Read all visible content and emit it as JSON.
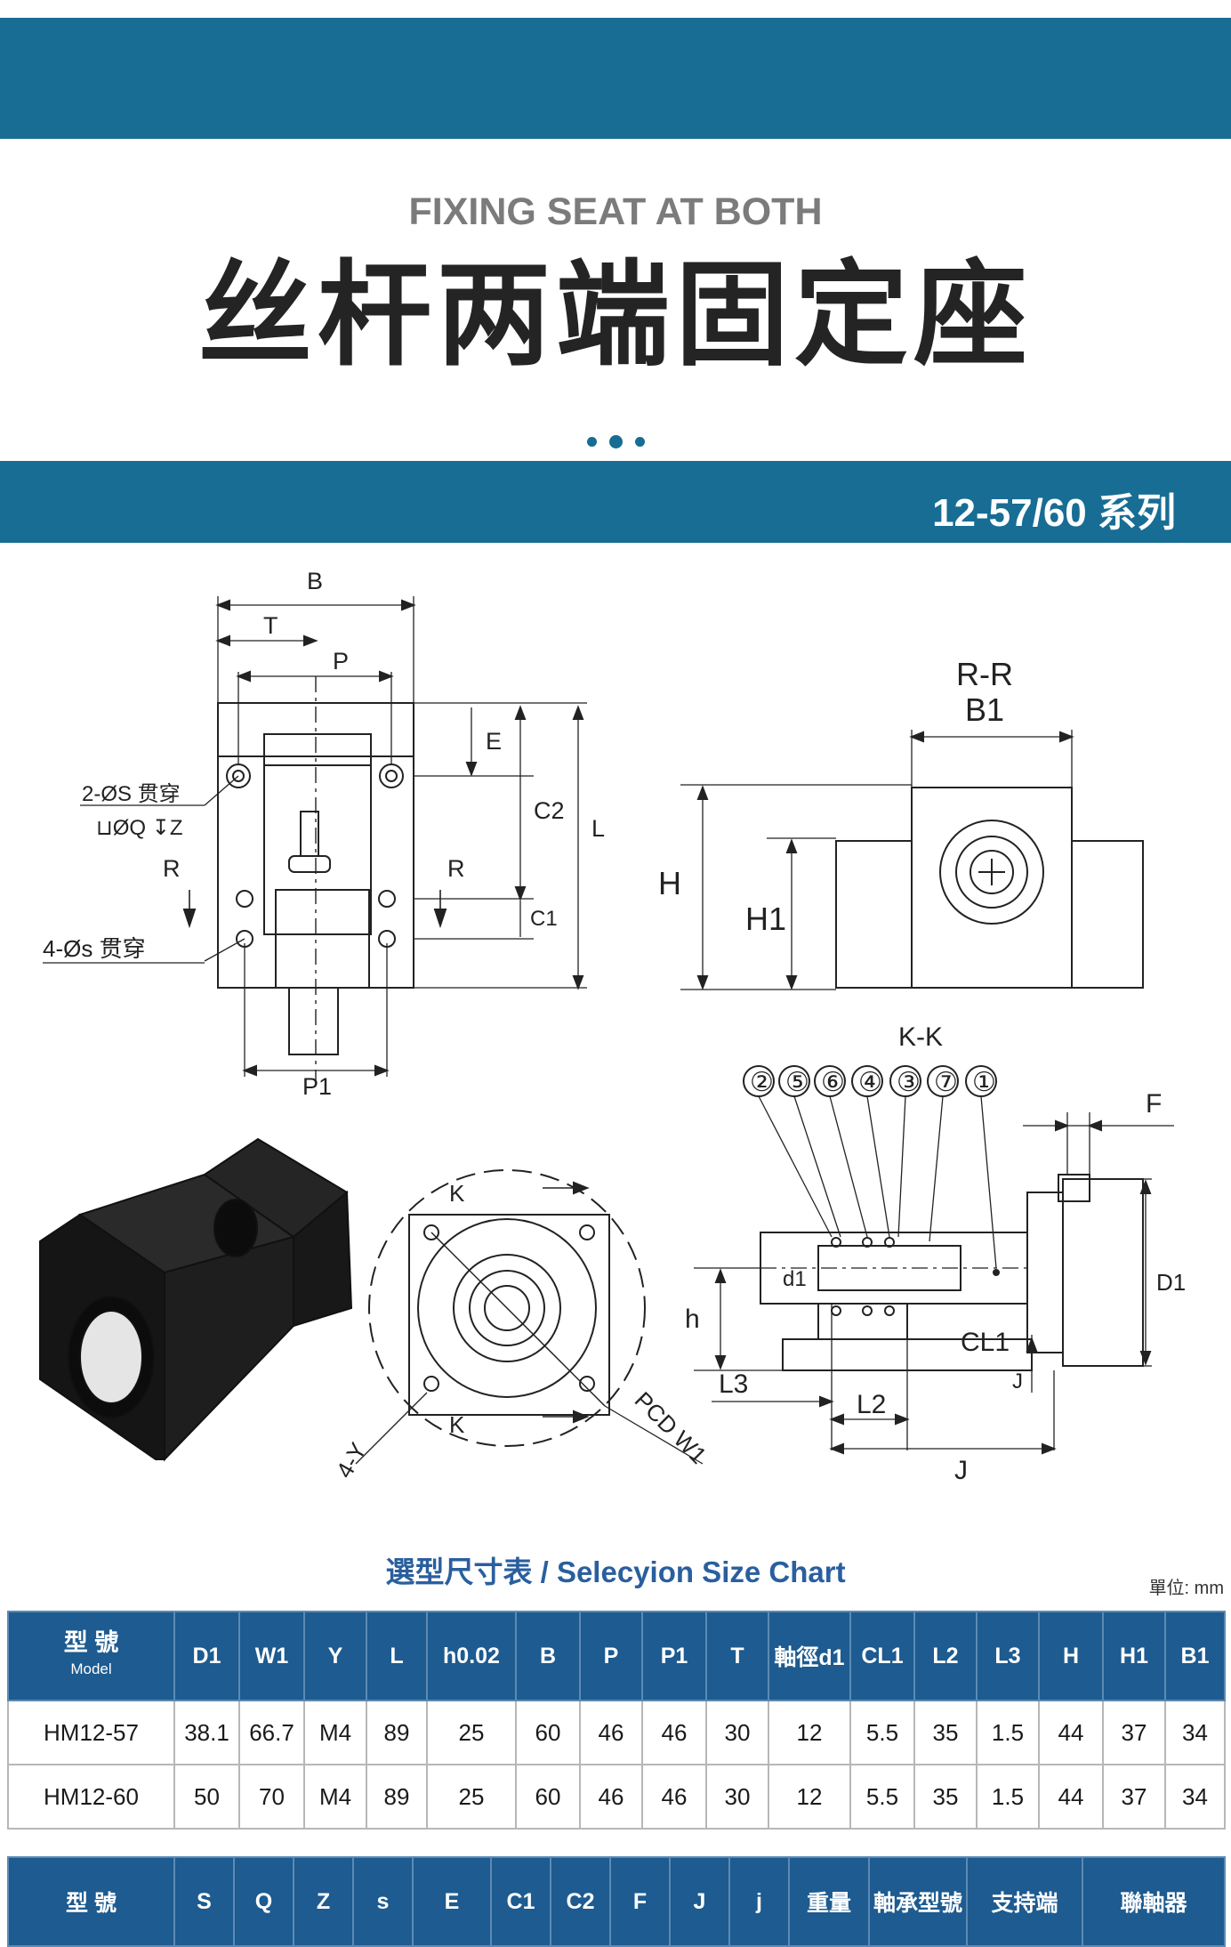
{
  "header": {
    "subtitle_en": "FIXING SEAT AT BOTH",
    "title_cn": "丝杆两端固定座"
  },
  "series": {
    "label": "12-57/60 系列"
  },
  "drawing": {
    "top_view": {
      "labels": [
        "B",
        "T",
        "P",
        "E",
        "C2",
        "L",
        "2-ØS 贯穿",
        "⊔ØQ ↧Z",
        "R",
        "R",
        "4-Øs 贯穿",
        "C1",
        "P1"
      ]
    },
    "section_rr": {
      "labels": [
        "R-R",
        "B1",
        "H",
        "H1"
      ]
    },
    "section_kk": {
      "labels": [
        "K-K",
        "②",
        "⑤",
        "⑥",
        "④",
        "③",
        "⑦",
        "①",
        "F",
        "D1",
        "d1",
        "h",
        "CL1",
        "L3",
        "L2",
        "J",
        "J"
      ]
    },
    "flange_view": {
      "labels": [
        "K",
        "K",
        "4-Y",
        "PCD W1"
      ]
    }
  },
  "chart": {
    "title": "選型尺寸表 / Selecyion Size Chart",
    "unit": "單位: mm",
    "header_model_cn": "型 號",
    "header_model_en": "Model",
    "columns": [
      "D1",
      "W1",
      "Y",
      "L",
      "h0.02",
      "B",
      "P",
      "P1",
      "T",
      "軸徑d1",
      "CL1",
      "L2",
      "L3",
      "H",
      "H1",
      "B1"
    ],
    "rows": [
      {
        "model": "HM12-57",
        "values": [
          "38.1",
          "66.7",
          "M4",
          "89",
          "25",
          "60",
          "46",
          "46",
          "30",
          "12",
          "5.5",
          "35",
          "1.5",
          "44",
          "37",
          "34"
        ]
      },
      {
        "model": "HM12-60",
        "values": [
          "50",
          "70",
          "M4",
          "89",
          "25",
          "60",
          "46",
          "46",
          "30",
          "12",
          "5.5",
          "35",
          "1.5",
          "44",
          "37",
          "34"
        ]
      }
    ],
    "second_header": [
      "型 號",
      "S",
      "Q",
      "Z",
      "s",
      "E",
      "C1",
      "C2",
      "F",
      "J",
      "j",
      "重量",
      "軸承型號",
      "支持端",
      "聯軸器"
    ]
  },
  "colors": {
    "accent": "#176d94",
    "table_header": "#1d5b90"
  }
}
